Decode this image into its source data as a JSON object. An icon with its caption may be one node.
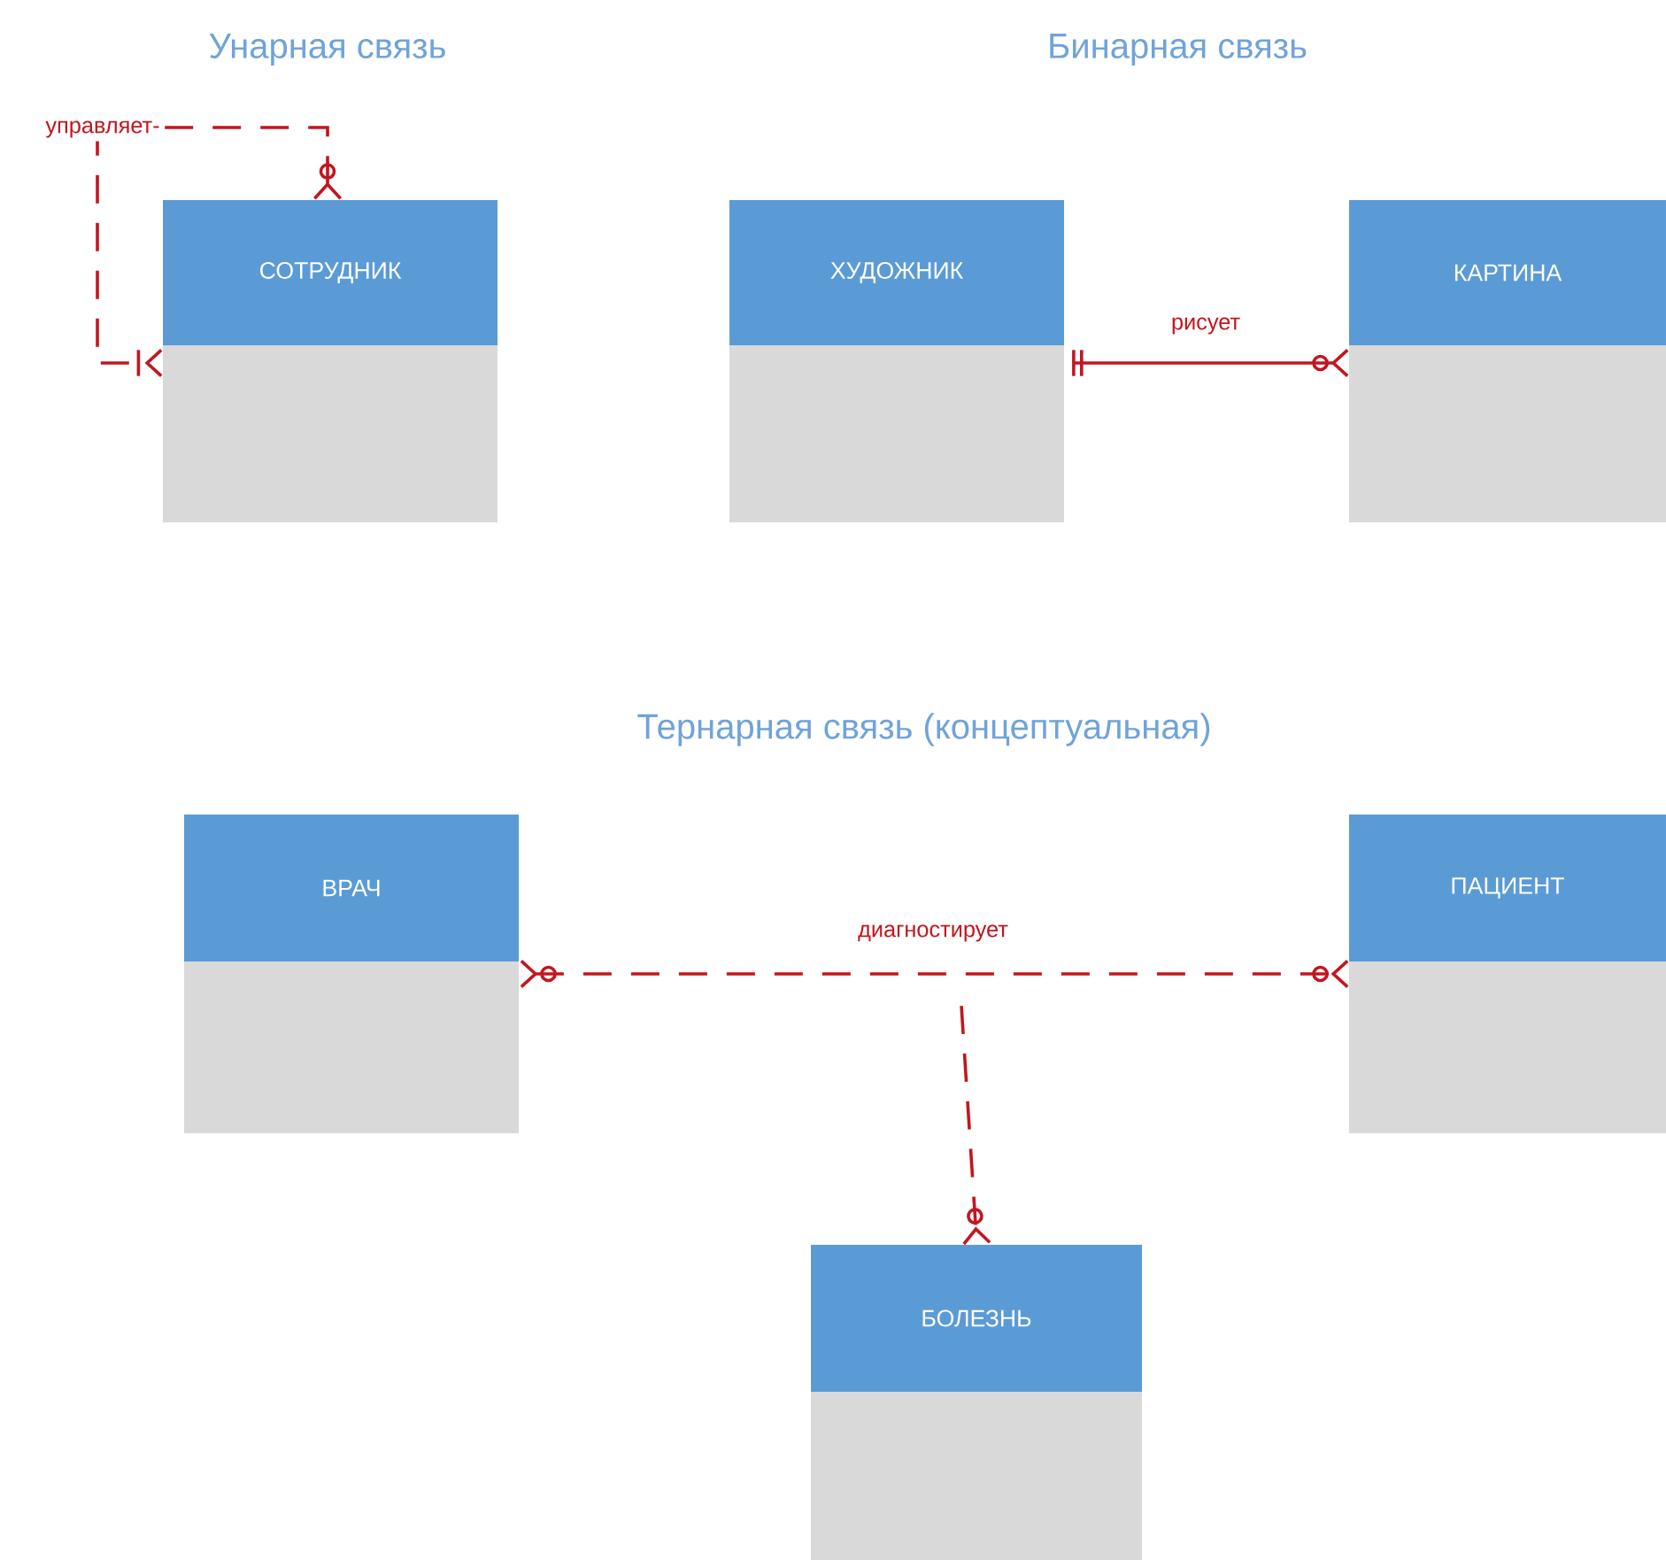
{
  "diagram": {
    "nodes": [
      {
        "text": [
          "СОТРУДНИК"
        ]
      },
      {
        "text": [
          "ХУДОЖНИК"
        ]
      },
      {
        "text": [
          "КАРТИНА"
        ]
      },
      {
        "text": [
          "ВРАЧ"
        ]
      },
      {
        "text": [
          "ПАЦИЕНТ"
        ]
      },
      {
        "text": [
          "БОЛЕЗНЬ"
        ]
      }
    ],
    "edges": [
      {
        "from": 0,
        "to": 0,
        "arrow": "other",
        "label": "управляет-",
        "style": "dashed"
      },
      {
        "from": 1,
        "to": 2,
        "arrow": "other",
        "label": "рисует"
      },
      {
        "from": 3,
        "to": 4,
        "arrow": "other",
        "label": "диагностирует",
        "style": "dashed"
      },
      {
        "from": null,
        "to": 5,
        "arrow": "other",
        "style": "dashed"
      }
    ],
    "labels": [
      "Унарная связь",
      "Бинарная связь",
      "Тернарная связь (концептуальная)"
    ]
  }
}
